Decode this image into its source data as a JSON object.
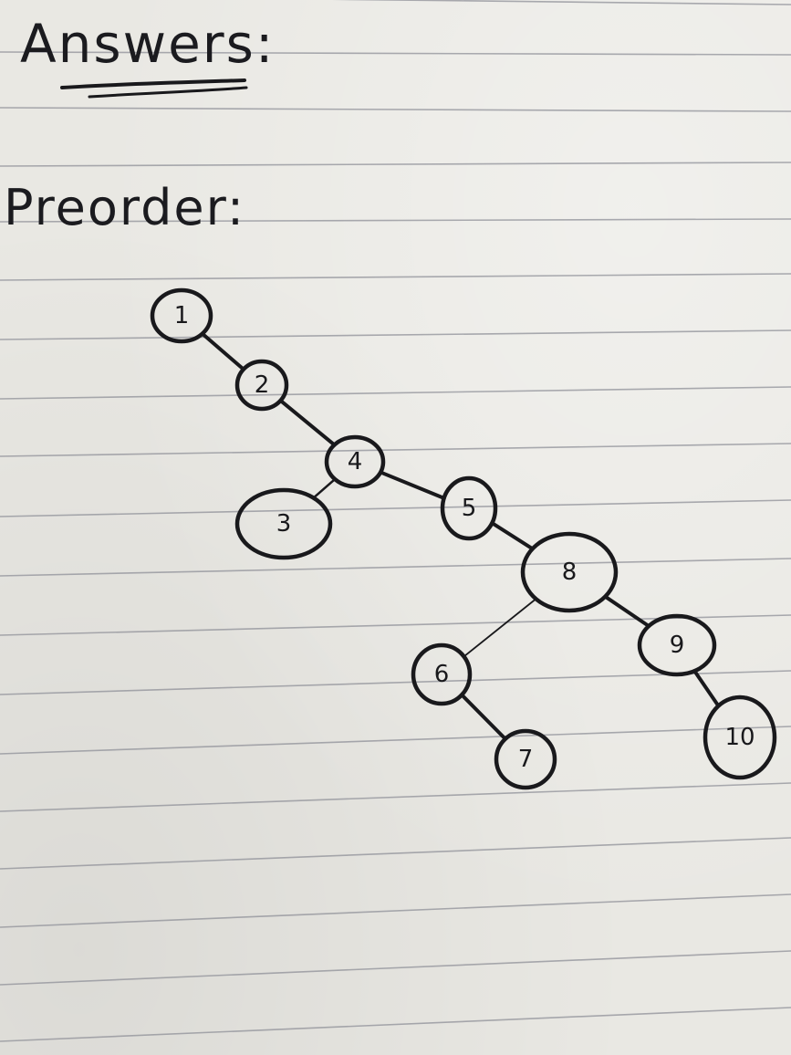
{
  "page": {
    "title": "Answers:",
    "section_label": "Preorder:"
  },
  "tree": {
    "nodes": [
      {
        "id": "n1",
        "label": "1"
      },
      {
        "id": "n2",
        "label": "2"
      },
      {
        "id": "n4",
        "label": "4"
      },
      {
        "id": "n3",
        "label": "3"
      },
      {
        "id": "n5",
        "label": "5"
      },
      {
        "id": "n8",
        "label": "8"
      },
      {
        "id": "n6",
        "label": "6"
      },
      {
        "id": "n7",
        "label": "7"
      },
      {
        "id": "n9",
        "label": "9"
      },
      {
        "id": "n10",
        "label": "10"
      }
    ],
    "edges": [
      {
        "from": "n1",
        "to": "n2"
      },
      {
        "from": "n2",
        "to": "n4"
      },
      {
        "from": "n4",
        "to": "n3"
      },
      {
        "from": "n4",
        "to": "n5"
      },
      {
        "from": "n5",
        "to": "n8"
      },
      {
        "from": "n8",
        "to": "n6"
      },
      {
        "from": "n6",
        "to": "n7"
      },
      {
        "from": "n8",
        "to": "n9"
      },
      {
        "from": "n9",
        "to": "n10"
      }
    ]
  }
}
